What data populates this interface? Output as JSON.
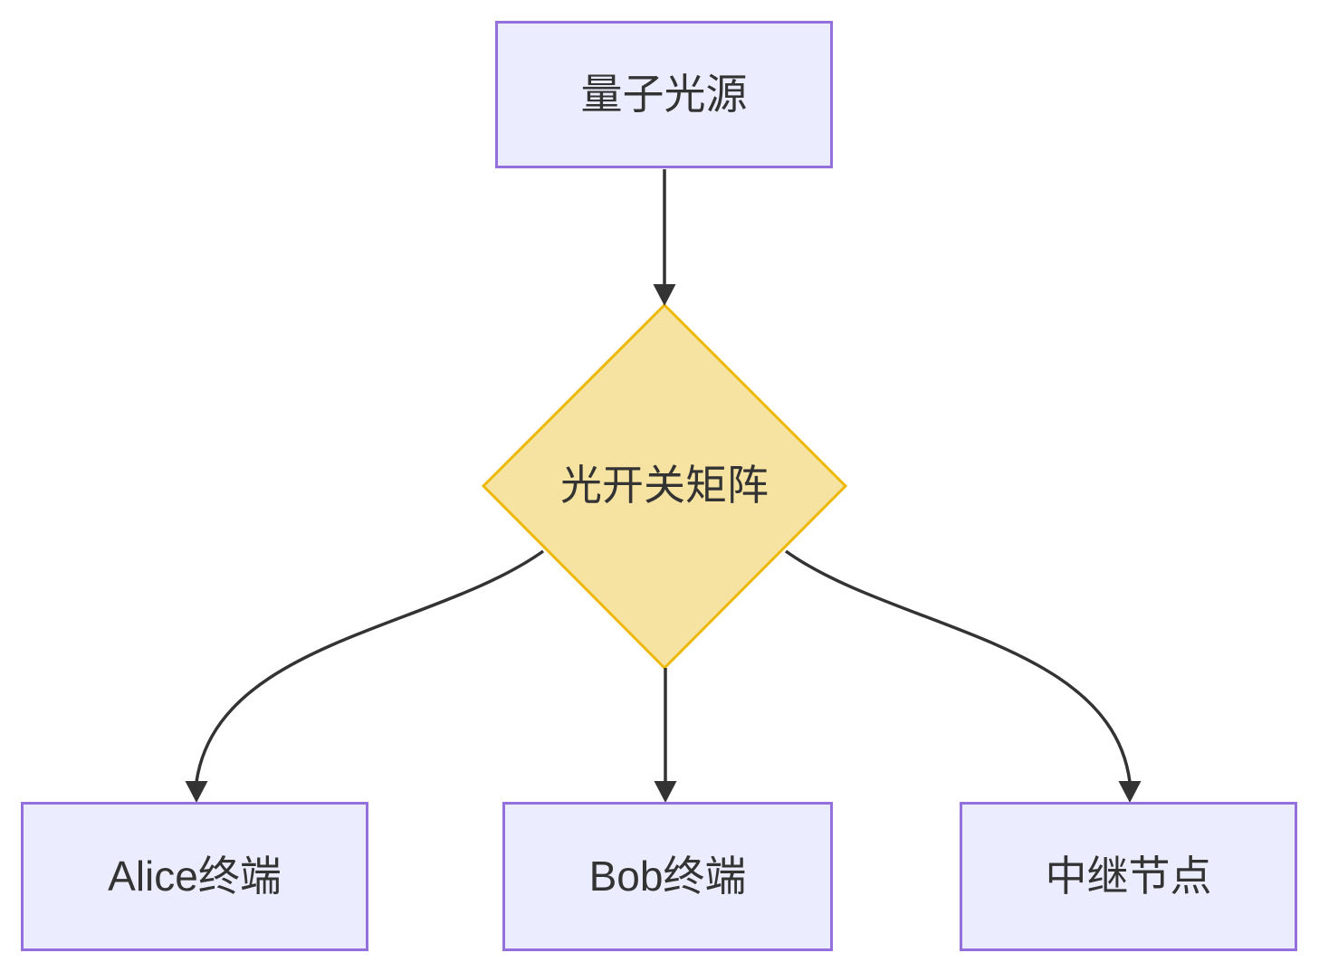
{
  "colors": {
    "canvas_bg": "#ffffff",
    "node_fill": "#ECECFF",
    "node_stroke": "#9370DB",
    "diamond_fill": "#F7E3A1",
    "diamond_stroke": "#EDB807",
    "edge_color": "#333333",
    "text_color": "#333333"
  },
  "diagram": {
    "type": "flowchart-top-down",
    "nodes": {
      "source": {
        "label": "量子光源",
        "shape": "rect"
      },
      "switch": {
        "label": "光开关矩阵",
        "shape": "diamond"
      },
      "alice": {
        "label": "Alice终端",
        "shape": "rect"
      },
      "bob": {
        "label": "Bob终端",
        "shape": "rect"
      },
      "relay": {
        "label": "中继节点",
        "shape": "rect"
      }
    },
    "edges": [
      {
        "from": "source",
        "to": "switch",
        "style": "arrow"
      },
      {
        "from": "switch",
        "to": "alice",
        "style": "arrow"
      },
      {
        "from": "switch",
        "to": "bob",
        "style": "arrow"
      },
      {
        "from": "switch",
        "to": "relay",
        "style": "arrow"
      }
    ]
  }
}
